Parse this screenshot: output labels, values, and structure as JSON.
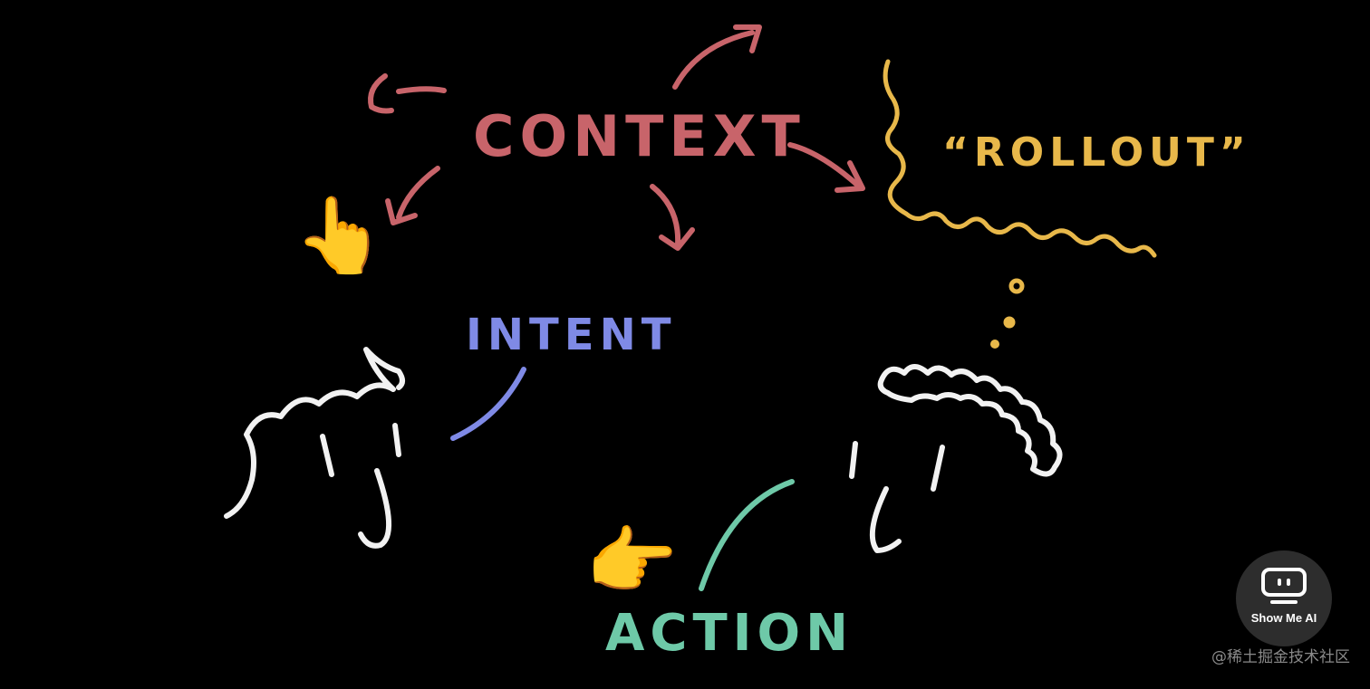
{
  "diagram": {
    "labels": {
      "context": "CONTEXT",
      "rollout": "“ROLLOUT”",
      "intent": "INTENT",
      "action": "ACTION"
    },
    "emoji": {
      "pointer_top": "👆",
      "pointer_bottom": "👉"
    },
    "colors": {
      "context": "#c8646a",
      "rollout": "#e8b84a",
      "intent": "#7f8ae6",
      "action": "#6ec9a8",
      "face": "#f2f2f2"
    }
  },
  "badge": {
    "label": "Show Me AI",
    "icon": "robot-screen-icon"
  },
  "watermark": {
    "text": "@稀土掘金技术社区"
  }
}
